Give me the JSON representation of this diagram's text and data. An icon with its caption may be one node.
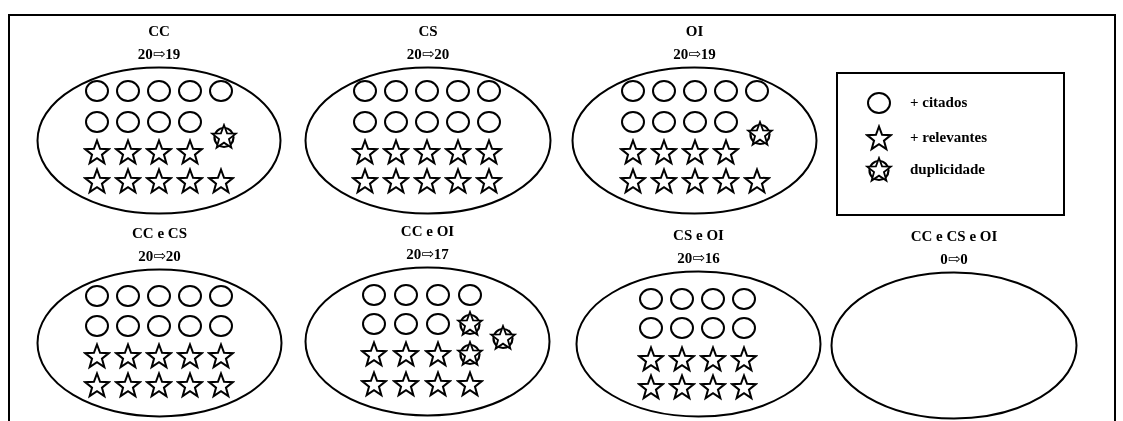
{
  "diagram": {
    "nodes": [
      {
        "text": [
          "CC",
          "20⇨19"
        ]
      },
      {
        "text": [
          "CS",
          "20⇨20"
        ]
      },
      {
        "text": [
          "OI",
          "20⇨19"
        ]
      },
      {
        "text": [
          "CC e CS",
          "20⇨20"
        ]
      },
      {
        "text": [
          "CC e OI",
          "20⇨17"
        ]
      },
      {
        "text": [
          "CS e OI",
          "20⇨16"
        ]
      },
      {
        "text": [
          "CC e CS e OI",
          "0⇨0"
        ]
      }
    ],
    "legend": [
      {
        "text": "+ citados"
      },
      {
        "text": "+ relevantes"
      },
      {
        "text": "duplicidade"
      }
    ]
  }
}
